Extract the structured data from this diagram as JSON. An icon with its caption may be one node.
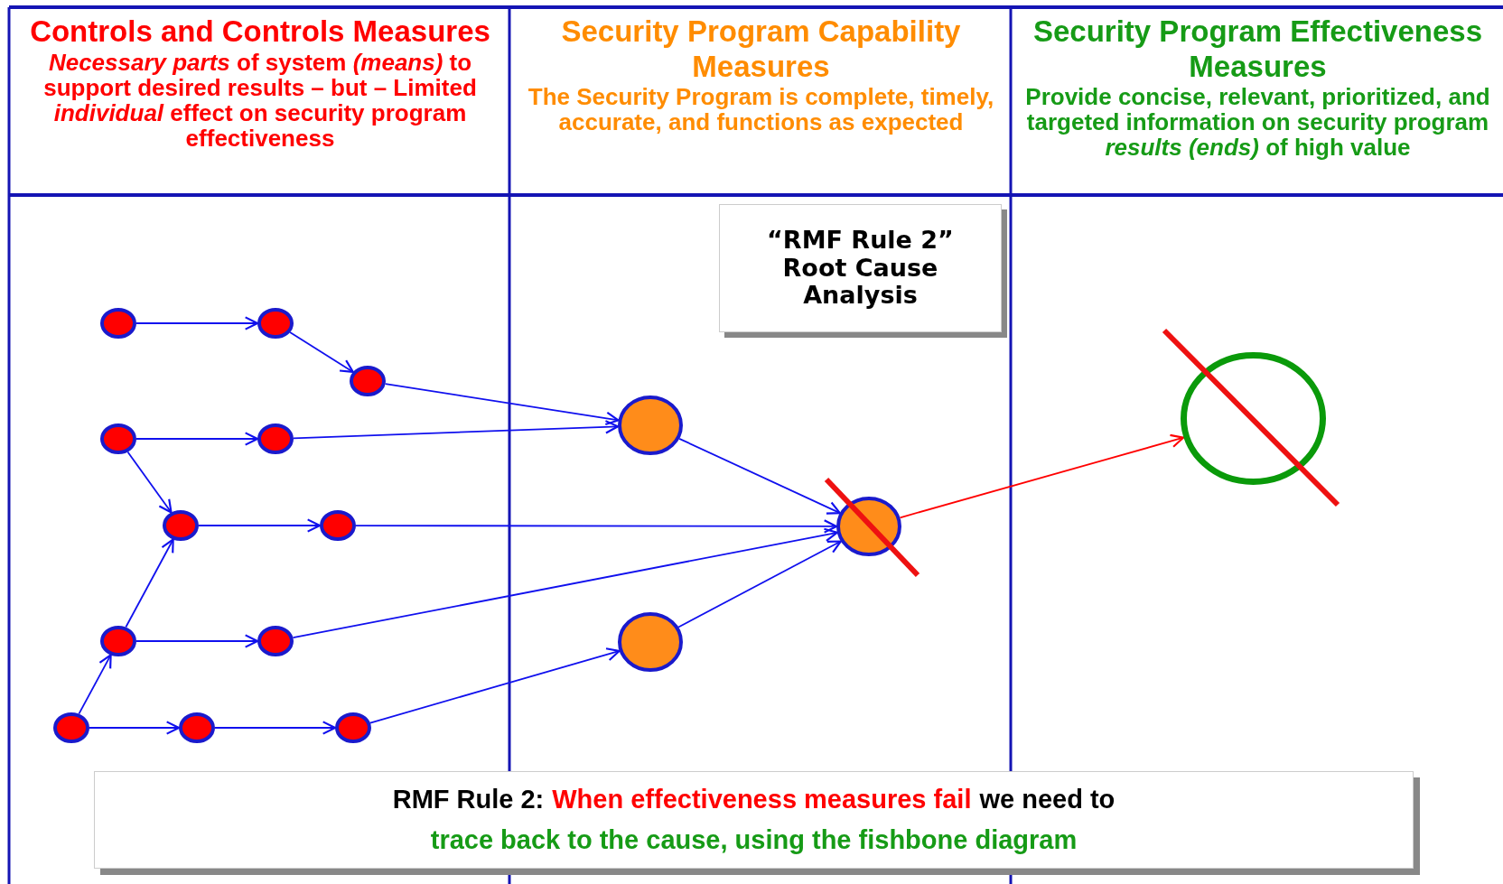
{
  "diagram": {
    "nodes": [
      {
        "text": [
          "Controls and Controls Measures",
          "*Necessary parts* of system *(means)* to support desired results – but – Limited *individual* effect on security program effectiveness"
        ]
      },
      {
        "text": [
          "Security Program Capability Measures",
          "The Security Program is complete, timely, accurate, and functions as expected"
        ]
      },
      {
        "text": [
          "Security Program Effectiveness Measures",
          "Provide concise, relevant, prioritized, and targeted information on security program *results (ends)* of high value"
        ]
      },
      {
        "text": [
          "“RMF Rule 2” Root Cause Analysis"
        ]
      },
      {
        "text": [],
        "shape": "circle"
      },
      {
        "text": [],
        "shape": "circle"
      },
      {
        "text": [],
        "shape": "circle"
      },
      {
        "text": [],
        "shape": "circle"
      },
      {
        "text": [],
        "shape": "circle"
      },
      {
        "text": [],
        "shape": "circle"
      },
      {
        "text": [],
        "shape": "circle"
      },
      {
        "text": [],
        "shape": "circle"
      },
      {
        "text": [],
        "shape": "circle"
      },
      {
        "text": [],
        "shape": "circle"
      },
      {
        "text": [],
        "shape": "circle"
      },
      {
        "text": [],
        "shape": "circle"
      },
      {
        "text": [],
        "shape": "circle"
      },
      {
        "text": [],
        "shape": "circle"
      },
      {
        "text": [],
        "shape": "circle"
      },
      {
        "text": [],
        "shape": "circle"
      },
      {
        "text": [
          "RMF Rule 2:",
          "When effectiveness measures fail",
          "we need to",
          "trace back to the cause, using the fishbone diagram"
        ]
      }
    ],
    "edges": [
      {
        "from": 4,
        "to": 5,
        "arrow": "to"
      },
      {
        "from": 5,
        "to": 6,
        "arrow": "to"
      },
      {
        "from": 6,
        "to": 16,
        "arrow": "to"
      },
      {
        "from": 7,
        "to": 8,
        "arrow": "to"
      },
      {
        "from": 8,
        "to": 16,
        "arrow": "to"
      },
      {
        "from": 7,
        "to": 9,
        "arrow": "to"
      },
      {
        "from": 9,
        "to": 10,
        "arrow": "to"
      },
      {
        "from": 10,
        "to": 17,
        "arrow": "to"
      },
      {
        "from": 11,
        "to": 9,
        "arrow": "to"
      },
      {
        "from": 11,
        "to": 12,
        "arrow": "to"
      },
      {
        "from": 12,
        "to": 17,
        "arrow": "to"
      },
      {
        "from": 13,
        "to": 11,
        "arrow": "to"
      },
      {
        "from": 13,
        "to": 14,
        "arrow": "to"
      },
      {
        "from": 14,
        "to": 15,
        "arrow": "to"
      },
      {
        "from": 15,
        "to": 18,
        "arrow": "to"
      },
      {
        "from": 16,
        "to": 17,
        "arrow": "to"
      },
      {
        "from": 18,
        "to": 17,
        "arrow": "to"
      },
      {
        "from": 17,
        "to": 19,
        "arrow": "to",
        "color": "#ff0000"
      }
    ]
  }
}
